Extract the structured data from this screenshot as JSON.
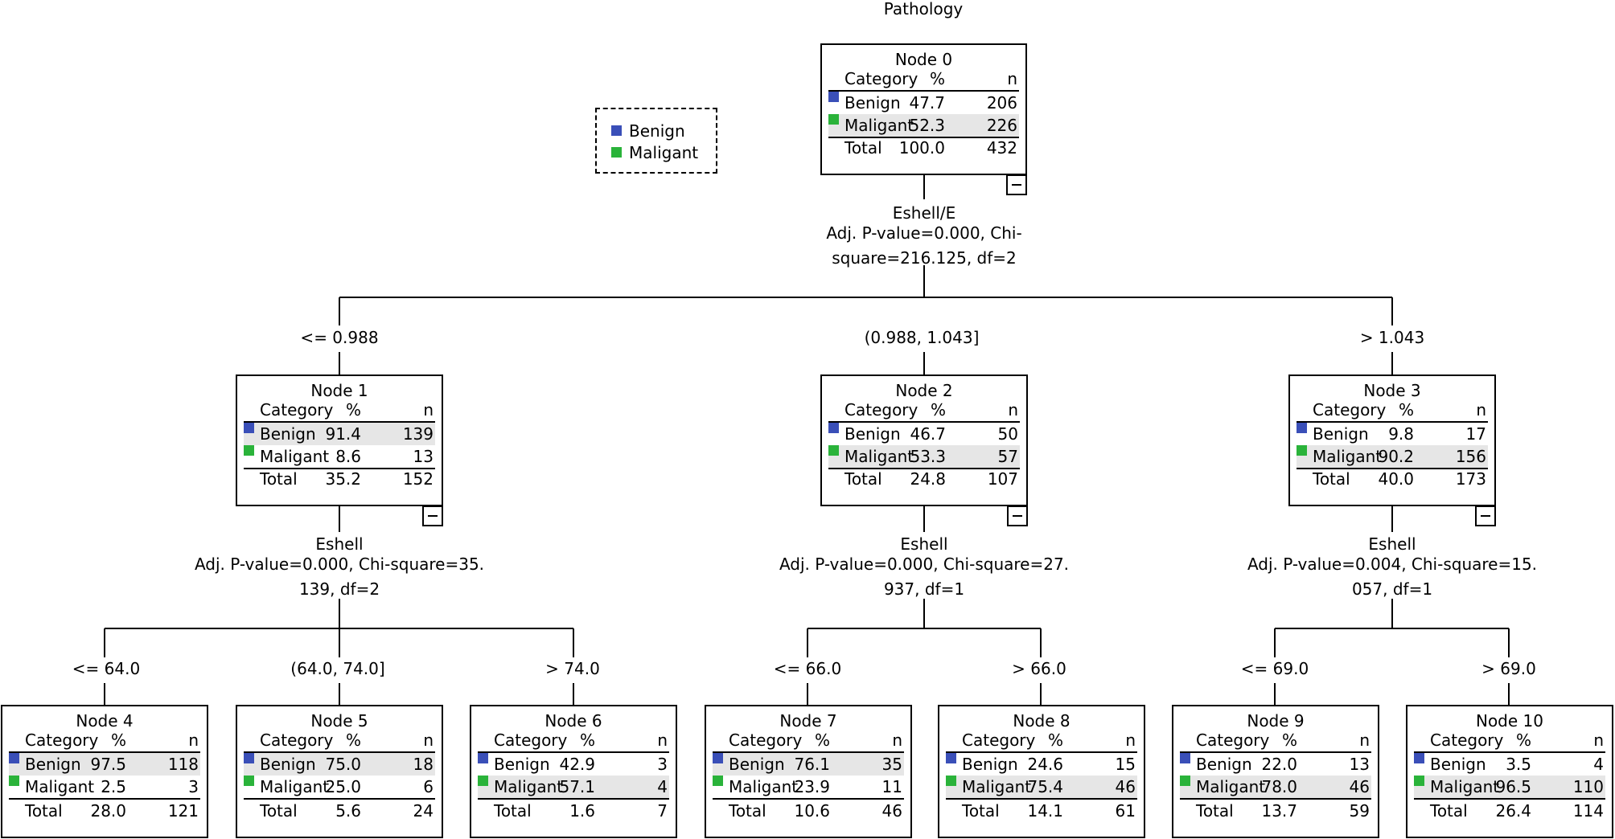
{
  "title": "Pathology",
  "colors": {
    "benign": "#3a4fb8",
    "maligant": "#2ab33a"
  },
  "legend": {
    "items": [
      "Benign",
      "Maligant"
    ]
  },
  "headers": {
    "category": "Category",
    "pct": "%",
    "n": "n"
  },
  "nodes": [
    {
      "label": "Node 0",
      "rows": [
        {
          "cat": "Benign",
          "pct": "47.7",
          "n": "206"
        },
        {
          "cat": "Maligant",
          "pct": "52.3",
          "n": "226"
        }
      ],
      "total": {
        "label": "Total",
        "pct": "100.0",
        "n": "432"
      }
    },
    {
      "label": "Node 1",
      "rows": [
        {
          "cat": "Benign",
          "pct": "91.4",
          "n": "139"
        },
        {
          "cat": "Maligant",
          "pct": "8.6",
          "n": "13"
        }
      ],
      "total": {
        "label": "Total",
        "pct": "35.2",
        "n": "152"
      }
    },
    {
      "label": "Node 2",
      "rows": [
        {
          "cat": "Benign",
          "pct": "46.7",
          "n": "50"
        },
        {
          "cat": "Maligant",
          "pct": "53.3",
          "n": "57"
        }
      ],
      "total": {
        "label": "Total",
        "pct": "24.8",
        "n": "107"
      }
    },
    {
      "label": "Node 3",
      "rows": [
        {
          "cat": "Benign",
          "pct": "9.8",
          "n": "17"
        },
        {
          "cat": "Maligant",
          "pct": "90.2",
          "n": "156"
        }
      ],
      "total": {
        "label": "Total",
        "pct": "40.0",
        "n": "173"
      }
    },
    {
      "label": "Node 4",
      "rows": [
        {
          "cat": "Benign",
          "pct": "97.5",
          "n": "118"
        },
        {
          "cat": "Maligant",
          "pct": "2.5",
          "n": "3"
        }
      ],
      "total": {
        "label": "Total",
        "pct": "28.0",
        "n": "121"
      }
    },
    {
      "label": "Node 5",
      "rows": [
        {
          "cat": "Benign",
          "pct": "75.0",
          "n": "18"
        },
        {
          "cat": "Maligant",
          "pct": "25.0",
          "n": "6"
        }
      ],
      "total": {
        "label": "Total",
        "pct": "5.6",
        "n": "24"
      }
    },
    {
      "label": "Node 6",
      "rows": [
        {
          "cat": "Benign",
          "pct": "42.9",
          "n": "3"
        },
        {
          "cat": "Maligant",
          "pct": "57.1",
          "n": "4"
        }
      ],
      "total": {
        "label": "Total",
        "pct": "1.6",
        "n": "7"
      }
    },
    {
      "label": "Node 7",
      "rows": [
        {
          "cat": "Benign",
          "pct": "76.1",
          "n": "35"
        },
        {
          "cat": "Maligant",
          "pct": "23.9",
          "n": "11"
        }
      ],
      "total": {
        "label": "Total",
        "pct": "10.6",
        "n": "46"
      }
    },
    {
      "label": "Node 8",
      "rows": [
        {
          "cat": "Benign",
          "pct": "24.6",
          "n": "15"
        },
        {
          "cat": "Maligant",
          "pct": "75.4",
          "n": "46"
        }
      ],
      "total": {
        "label": "Total",
        "pct": "14.1",
        "n": "61"
      }
    },
    {
      "label": "Node 9",
      "rows": [
        {
          "cat": "Benign",
          "pct": "22.0",
          "n": "13"
        },
        {
          "cat": "Maligant",
          "pct": "78.0",
          "n": "46"
        }
      ],
      "total": {
        "label": "Total",
        "pct": "13.7",
        "n": "59"
      }
    },
    {
      "label": "Node 10",
      "rows": [
        {
          "cat": "Benign",
          "pct": "3.5",
          "n": "4"
        },
        {
          "cat": "Maligant",
          "pct": "96.5",
          "n": "110"
        }
      ],
      "total": {
        "label": "Total",
        "pct": "26.4",
        "n": "114"
      }
    }
  ],
  "splits": [
    {
      "var": "Eshell/E",
      "line1": "Adj. P-value=0.000, Chi-",
      "line2": "square=216.125, df=2"
    },
    {
      "var": "Eshell",
      "line1": "Adj. P-value=0.000, Chi-square=35.",
      "line2": "139, df=2"
    },
    {
      "var": "Eshell",
      "line1": "Adj. P-value=0.000, Chi-square=27.",
      "line2": "937, df=1"
    },
    {
      "var": "Eshell",
      "line1": "Adj. P-value=0.004, Chi-square=15.",
      "line2": "057, df=1"
    }
  ],
  "branches": {
    "b1": "<= 0.988",
    "b2": "(0.988, 1.043]",
    "b3": "> 1.043",
    "b4": "<= 64.0",
    "b5": "(64.0, 74.0]",
    "b6": "> 74.0",
    "b7": "<= 66.0",
    "b8": "> 66.0",
    "b9": "<= 69.0",
    "b10": "> 69.0"
  }
}
